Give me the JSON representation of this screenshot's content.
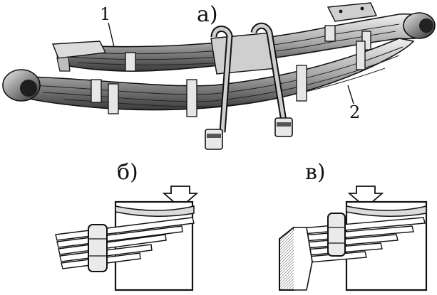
{
  "labels": {
    "panel_a": "а)",
    "panel_b": "б)",
    "panel_v": "в)",
    "callout_1": "1",
    "callout_2": "2"
  },
  "colors": {
    "ink": "#111111",
    "metal_light": "#d9d9d9",
    "metal_mid": "#9a9a9a",
    "metal_dark": "#3a3a3a",
    "paper": "#ffffff"
  }
}
